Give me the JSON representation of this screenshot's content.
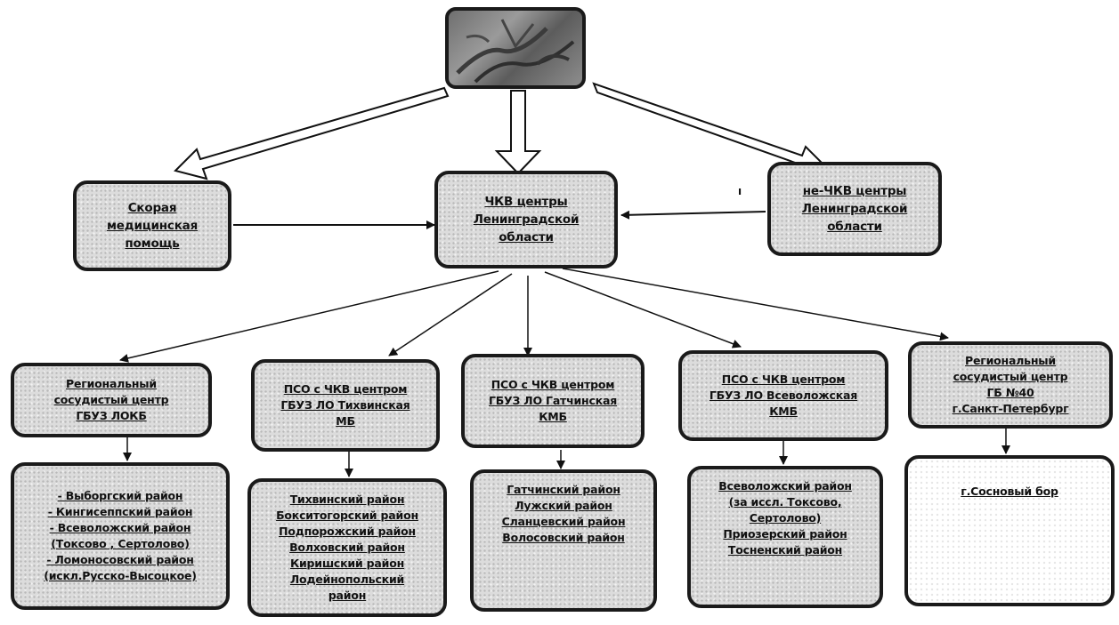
{
  "logo": {
    "icon": "vascular-image"
  },
  "center": {
    "lines": [
      "ЧКВ центры",
      "Ленинградской",
      "области"
    ]
  },
  "ambulance": {
    "lines": [
      "Скорая",
      "медицинская",
      "помощь"
    ]
  },
  "non_pci": {
    "lines": [
      "не-ЧКВ центры",
      "Ленинградской",
      "области"
    ]
  },
  "stray_mark": "ı",
  "centers": [
    {
      "lines": [
        "Региональный",
        "сосудистый центр",
        "ГБУЗ ЛОКБ"
      ]
    },
    {
      "lines": [
        "ПСО с ЧКВ центром",
        "ГБУЗ ЛО Тихвинская",
        "МБ"
      ]
    },
    {
      "lines": [
        "ПСО с ЧКВ центром",
        "ГБУЗ ЛО Гатчинская",
        "КМБ"
      ]
    },
    {
      "lines": [
        "ПСО с ЧКВ центром",
        "ГБУЗ ЛО Всеволожская",
        "КМБ"
      ]
    },
    {
      "lines": [
        "Региональный",
        "сосудистый центр",
        "ГБ №40",
        "г.Санкт-Петербург"
      ]
    }
  ],
  "districts": [
    {
      "lines": [
        "- Выборгский район",
        "- Кингисеппский район",
        "- Всеволожский район",
        "(Токсово , Сертолово)",
        "- Ломоносовский район",
        "(искл.Русско-Высоцкое)"
      ]
    },
    {
      "lines": [
        "Тихвинский район",
        "Бокситогорский район",
        "Подпорожский район",
        "Волховский район",
        "Киришский район",
        "Лодейнопольский",
        "район"
      ]
    },
    {
      "lines": [
        "Гатчинский район",
        "Лужский район",
        "Сланцевский район",
        "Волосовский район"
      ]
    },
    {
      "lines": [
        "Всеволожский район",
        "(за иссл. Токсово,",
        "Сертолово)",
        "Приозерский район",
        "Тосненский район"
      ]
    },
    {
      "lines": [
        "г.Сосновый бор"
      ]
    }
  ]
}
